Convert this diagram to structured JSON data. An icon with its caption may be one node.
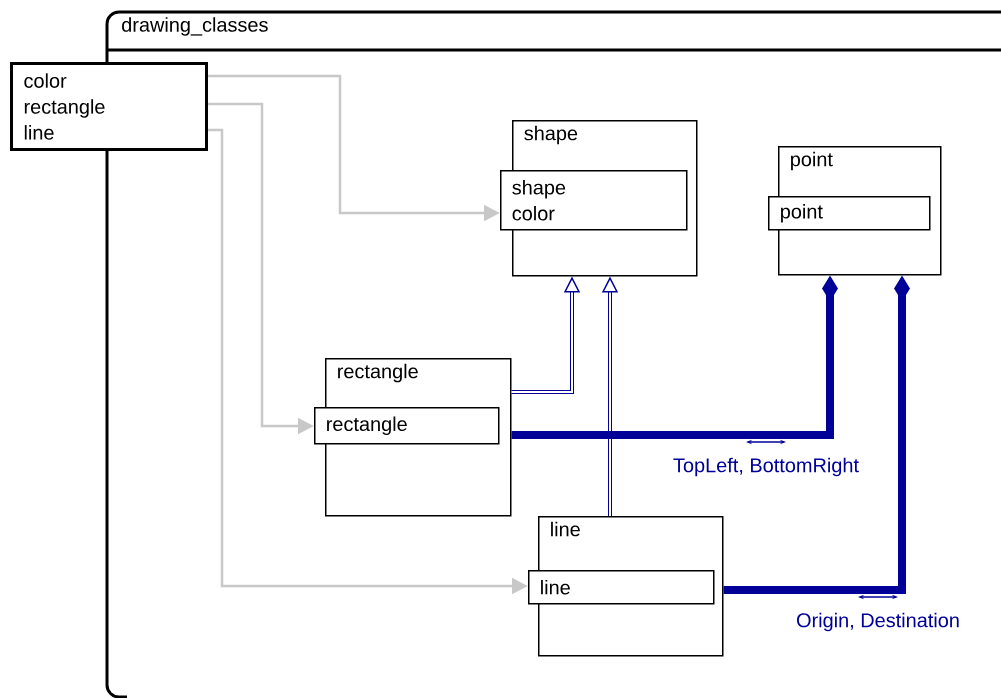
{
  "diagram": {
    "nodes": [
      {
        "text": [
          "drawing_classes"
        ]
      },
      {
        "text": [
          "color",
          "rectangle",
          "line"
        ]
      },
      {
        "text": [
          "shape"
        ],
        "in": 0
      },
      {
        "text": [
          "shape",
          "color"
        ],
        "in": 2
      },
      {
        "text": [
          "point"
        ],
        "in": 0
      },
      {
        "text": [
          "point"
        ],
        "in": 4
      },
      {
        "text": [
          "rectangle"
        ],
        "in": 0
      },
      {
        "text": [
          "rectangle"
        ],
        "in": 6
      },
      {
        "text": [
          "line"
        ],
        "in": 0
      },
      {
        "text": [
          "line"
        ],
        "in": 8
      }
    ],
    "edges": [
      {
        "from": 1,
        "to": 3,
        "arrow": "to",
        "color": "#c8c8c8"
      },
      {
        "from": 1,
        "to": 7,
        "arrow": "to",
        "color": "#c8c8c8"
      },
      {
        "from": 1,
        "to": 9,
        "arrow": "to",
        "color": "#c8c8c8"
      },
      {
        "from": 6,
        "to": 2,
        "arrow": "to"
      },
      {
        "from": 8,
        "to": 2,
        "arrow": "to"
      },
      {
        "from": 6,
        "to": 4,
        "arrow": "other",
        "style": "thick",
        "label": "TopLeft, BottomRight"
      },
      {
        "from": 8,
        "to": 4,
        "arrow": "other",
        "style": "thick",
        "label": "Origin, Destination"
      }
    ]
  }
}
